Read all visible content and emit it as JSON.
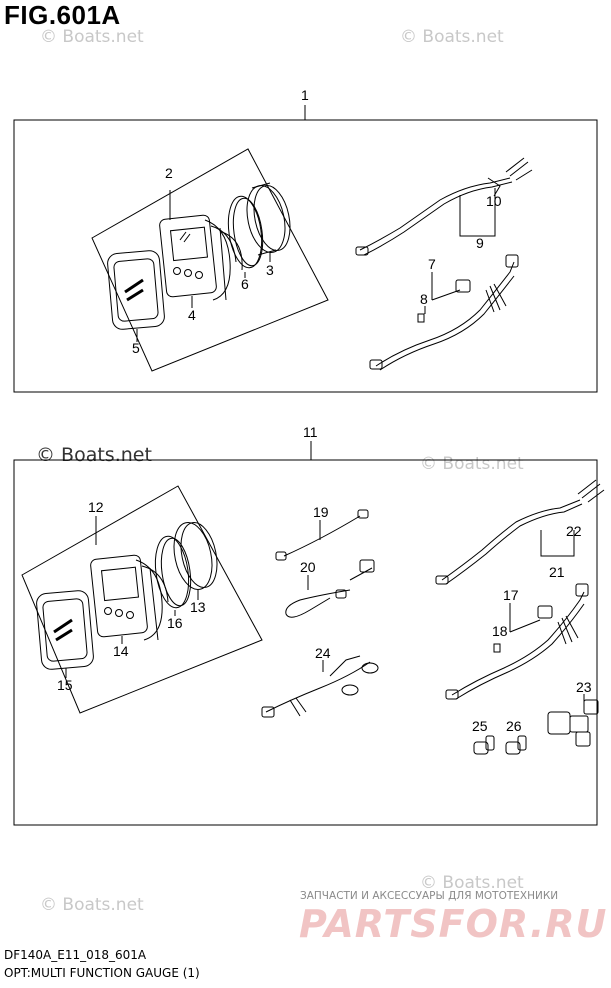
{
  "figure": {
    "title": "FIG.601A"
  },
  "watermarks": {
    "faint": "© Boats.net",
    "dark": "© Boats.net"
  },
  "footer": {
    "code": "DF140A_E11_018_601A",
    "caption": "OPT:MULTI FUNCTION GAUGE (1)"
  },
  "promo": {
    "line1": "ЗАПЧАСТИ И АКСЕССУАРЫ ДЛЯ МОТОТЕХНИКИ",
    "line2": "PARTSFOR.RU"
  },
  "callouts": {
    "c1": "1",
    "c2": "2",
    "c3": "3",
    "c4": "4",
    "c5": "5",
    "c6": "6",
    "c7": "7",
    "c8": "8",
    "c9": "9",
    "c10": "10",
    "c11": "11",
    "c12": "12",
    "c13": "13",
    "c14": "14",
    "c15": "15",
    "c16": "16",
    "c17": "17",
    "c18": "18",
    "c19": "19",
    "c20": "20",
    "c21": "21",
    "c22": "22",
    "c23": "23",
    "c24": "24",
    "c25": "25",
    "c26": "26"
  },
  "colors": {
    "line": "#000000",
    "watermark": "#c8c8c8",
    "promo_red": "#f1c4c4"
  }
}
